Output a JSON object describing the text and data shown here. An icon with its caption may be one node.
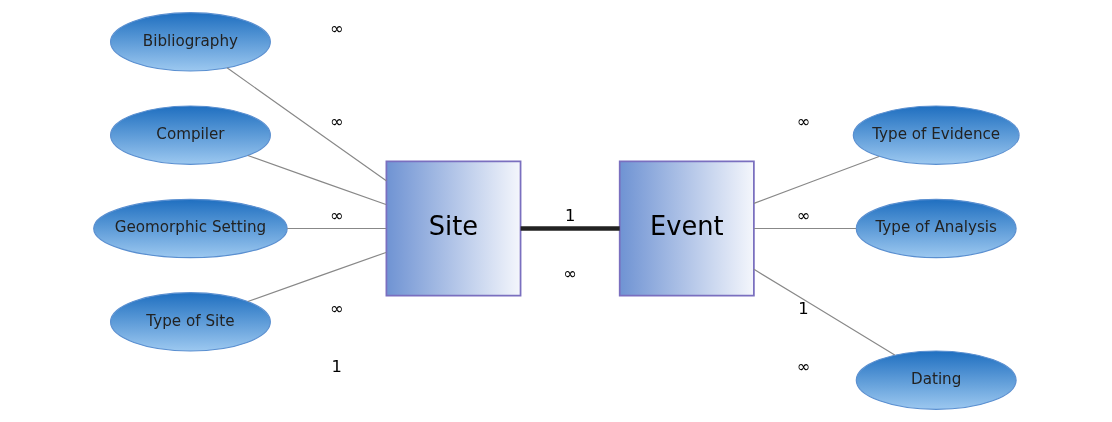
{
  "diagram": {
    "nodes": [
      {
        "text": [
          "Bibliography"
        ]
      },
      {
        "text": [
          "Compiler"
        ]
      },
      {
        "text": [
          "Geomorphic Setting"
        ]
      },
      {
        "text": [
          "Type of Site"
        ]
      },
      {
        "text": [
          "Site"
        ]
      },
      {
        "text": [
          "Event"
        ]
      },
      {
        "text": [
          "Type of Evidence"
        ]
      },
      {
        "text": [
          "Type of Analysis"
        ]
      },
      {
        "text": [
          "Dating"
        ]
      }
    ],
    "edges": [
      {
        "from": 0,
        "to": 4,
        "arrow": "none"
      },
      {
        "from": 1,
        "to": 4,
        "arrow": "none"
      },
      {
        "from": 2,
        "to": 4,
        "arrow": "none"
      },
      {
        "from": 3,
        "to": 4,
        "arrow": "none"
      },
      {
        "from": 4,
        "to": 5,
        "arrow": "none",
        "style": "thick",
        "color": "#222222"
      },
      {
        "from": 5,
        "to": 6,
        "arrow": "none"
      },
      {
        "from": 5,
        "to": 7,
        "arrow": "none"
      },
      {
        "from": 5,
        "to": 8,
        "arrow": "none"
      }
    ],
    "labels": [
      "∞",
      "∞",
      "1",
      "∞",
      "∞",
      "1",
      "∞",
      "∞",
      "∞",
      "1",
      "∞"
    ]
  }
}
